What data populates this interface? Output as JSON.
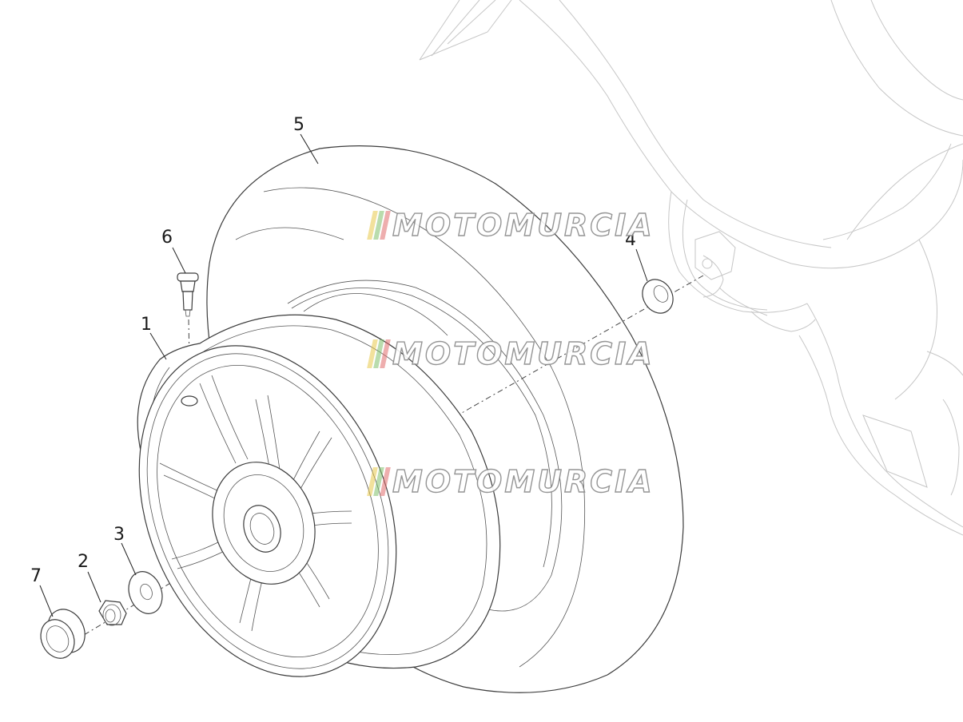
{
  "callouts": [
    {
      "id": "1",
      "label": "1"
    },
    {
      "id": "2",
      "label": "2"
    },
    {
      "id": "3",
      "label": "3"
    },
    {
      "id": "4",
      "label": "4"
    },
    {
      "id": "5",
      "label": "5"
    },
    {
      "id": "6",
      "label": "6"
    },
    {
      "id": "7",
      "label": "7"
    }
  ],
  "watermark": {
    "text": "MOTOMURCIA",
    "stripe_colors": [
      "#e8c94a",
      "#7fbf6a",
      "#e06b6b"
    ]
  }
}
